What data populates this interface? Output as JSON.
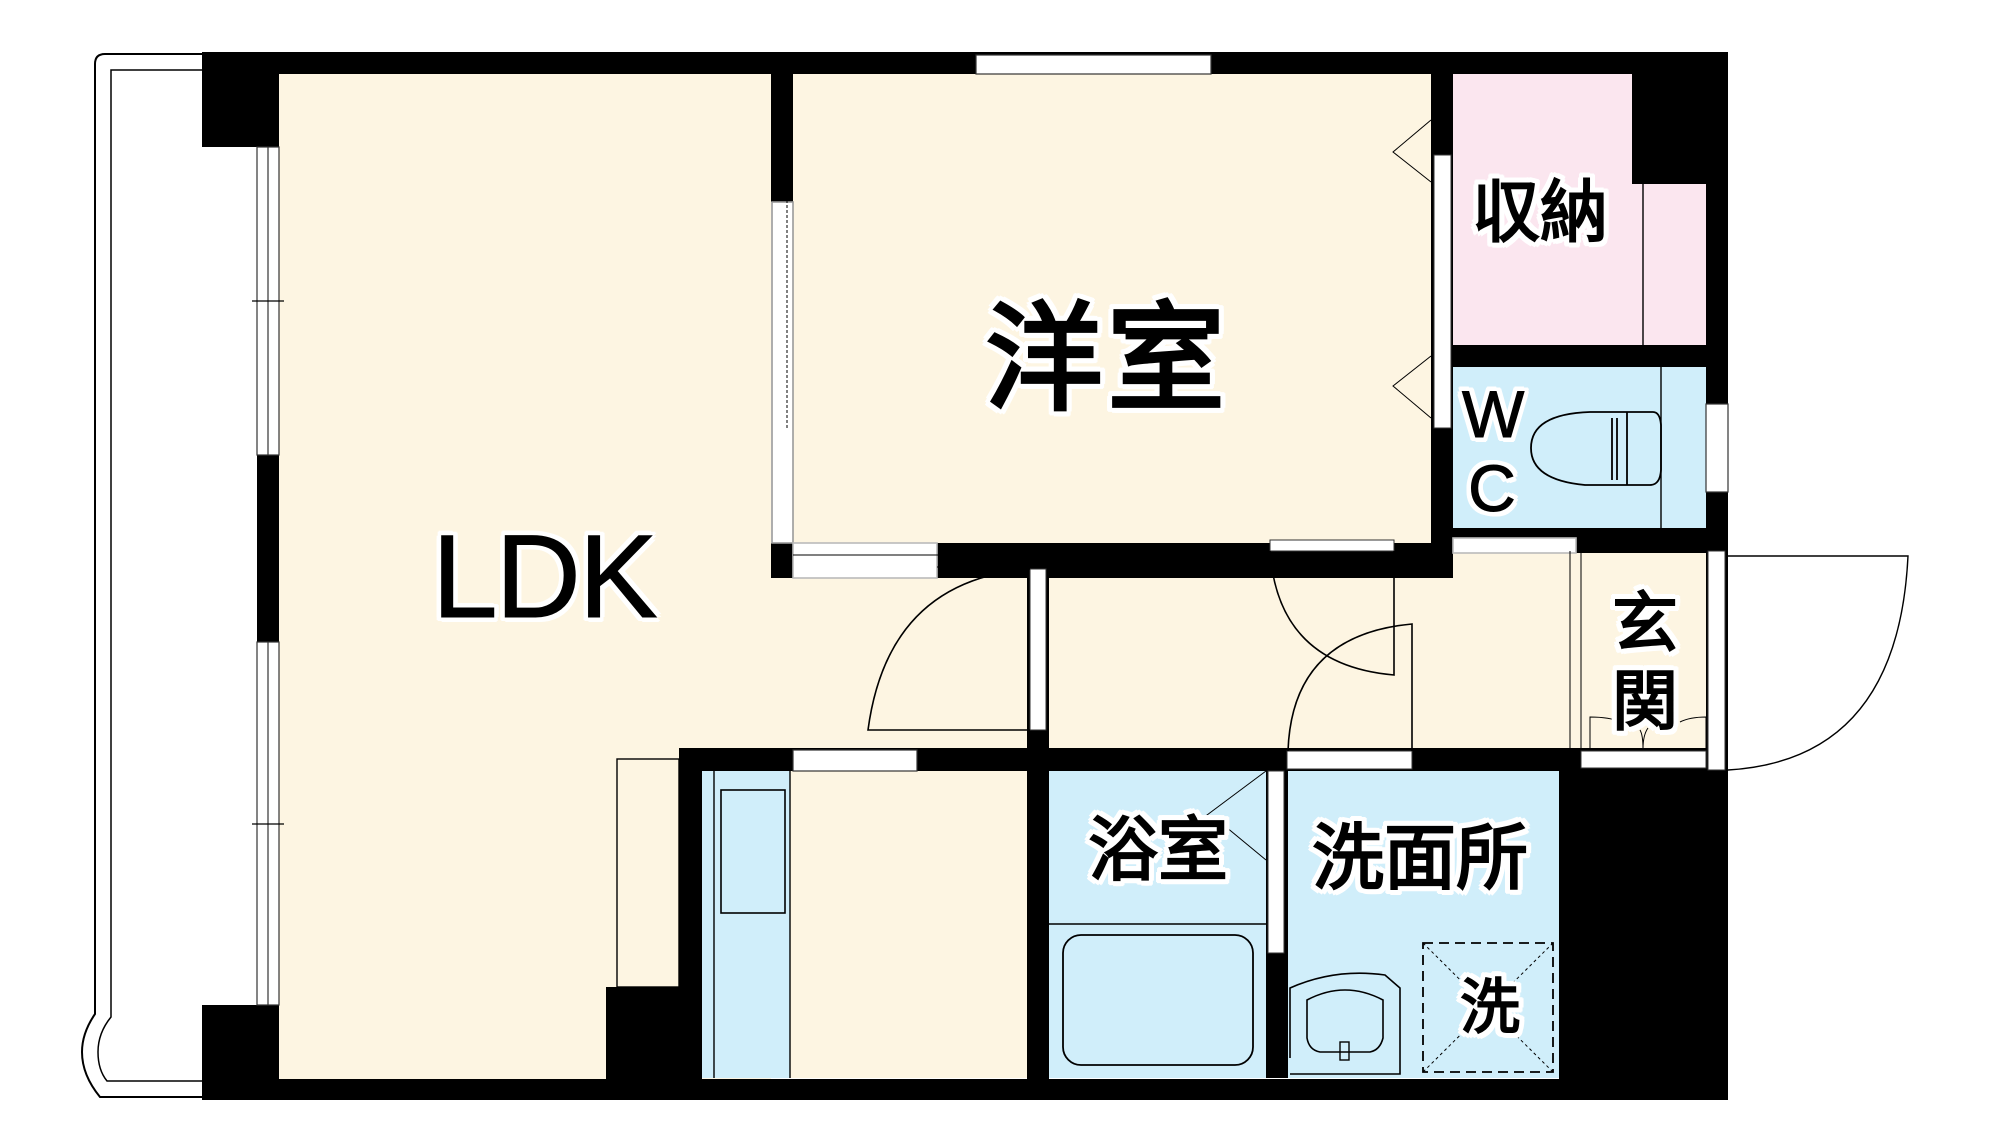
{
  "floorplan": {
    "colors": {
      "wall": "#000000",
      "living_floor": "#FDF5E2",
      "wet_area": "#D0EEFA",
      "storage": "#FBE6EF",
      "window": "#FFFFFF"
    },
    "rooms": {
      "ldk": {
        "label": "LDK"
      },
      "western_room": {
        "label": "洋室"
      },
      "storage": {
        "label": "収納"
      },
      "wc": {
        "label": "WC"
      },
      "entrance": {
        "label": "玄関"
      },
      "bathroom": {
        "label": "浴室"
      },
      "washroom": {
        "label": "洗面所"
      },
      "washer_space": {
        "label": "洗"
      }
    },
    "fixtures": [
      "balcony",
      "toilet",
      "bathtub",
      "wash-basin",
      "washing-machine-space",
      "kitchen-counter",
      "sink",
      "shoe-cabinet"
    ]
  }
}
